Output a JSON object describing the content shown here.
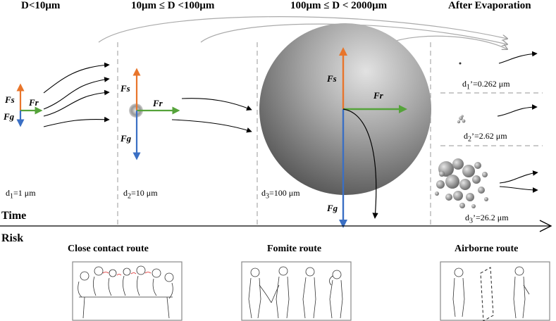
{
  "headers": {
    "col1": "D<10μm",
    "col2": "10μm ≤ D <100μm",
    "col3": "100μm ≤ D < 2000μm",
    "col4": "After Evaporation"
  },
  "forces": {
    "fs": "Fs",
    "fr": "Fr",
    "fg": "Fg"
  },
  "diameters": {
    "d1": {
      "sym": "d",
      "sub": "1",
      "val": "=1 μm"
    },
    "d2": {
      "sym": "d",
      "sub": "2",
      "val": "=10 μm"
    },
    "d3": {
      "sym": "d",
      "sub": "3",
      "val": "=100 μm"
    }
  },
  "evaporated": {
    "d1p": {
      "sym": "d",
      "sub": "1",
      "val": "’=0.262 μm"
    },
    "d2p": {
      "sym": "d",
      "sub": "2",
      "val": "’=2.62 μm"
    },
    "d3p": {
      "sym": "d",
      "sub": "3",
      "val": "’=26.2 μm"
    }
  },
  "axes": {
    "time": "Time",
    "risk": "Risk"
  },
  "routes": {
    "close": "Close contact route",
    "fomite": "Fomite route",
    "airborne": "Airborne route"
  },
  "colors": {
    "fs": "#e8752b",
    "fr": "#55a33a",
    "fg": "#3a6fc4",
    "divider": "#aaaaaa"
  }
}
